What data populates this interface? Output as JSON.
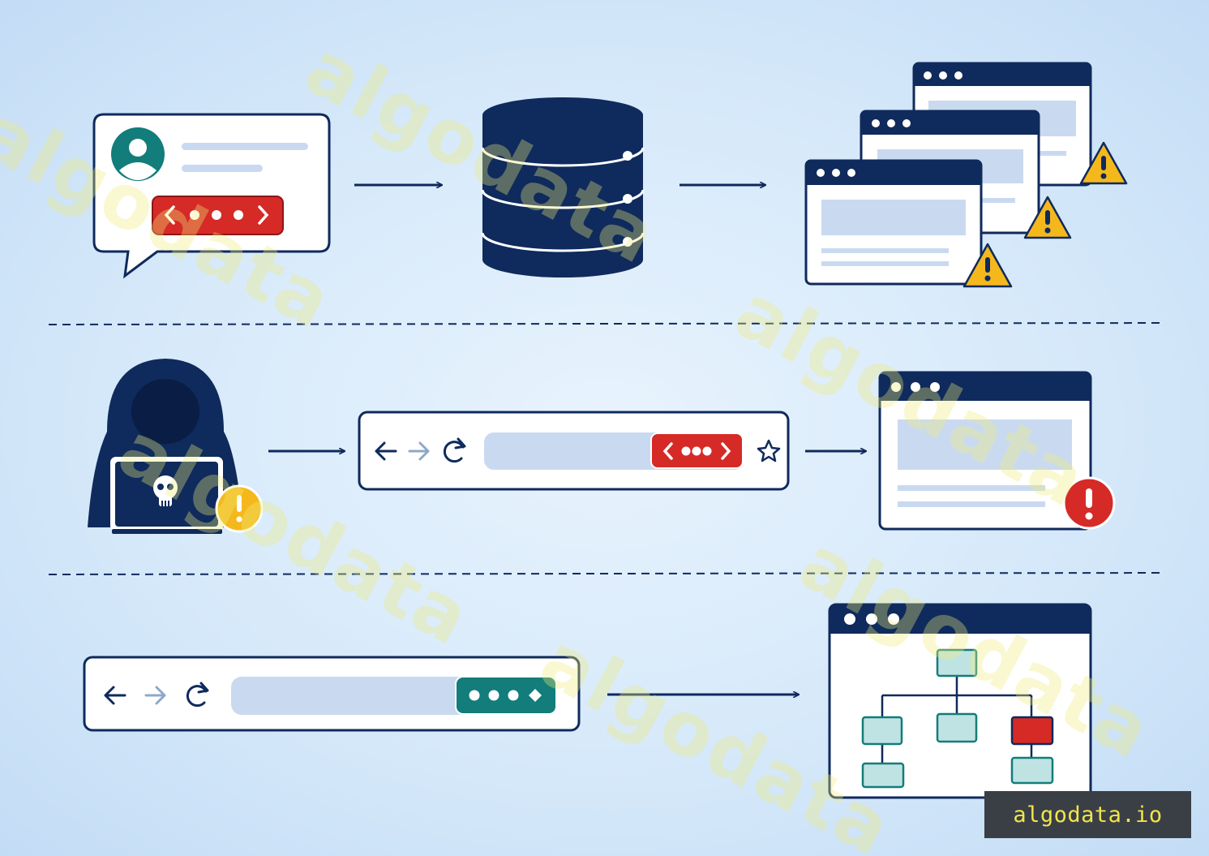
{
  "brand": {
    "label": "algodata.io"
  },
  "watermark": {
    "text": "algodata"
  },
  "colors": {
    "navy": "#0f2a5c",
    "red": "#d62a27",
    "teal": "#127d7a",
    "alert_yellow": "#f5b81c",
    "panel_fill": "#c9daf0",
    "node_fill": "#bfe3e3"
  },
  "icons": {
    "chat": "chat-bubble-icon",
    "database": "database-icon",
    "hacker": "hooded-hacker-icon",
    "skull": "skull-icon",
    "warning": "warning-triangle-icon",
    "error": "error-circle-icon",
    "back": "back-arrow-icon",
    "forward": "forward-arrow-icon",
    "reload": "reload-icon",
    "star": "star-icon",
    "tree": "site-tree-icon"
  },
  "rows": [
    {
      "id": "stored",
      "steps": [
        "comment-input",
        "database",
        "multiple-pages-affected"
      ]
    },
    {
      "id": "reflected",
      "steps": [
        "attacker",
        "crafted-url",
        "page-error"
      ]
    },
    {
      "id": "dom",
      "steps": [
        "url-fragment",
        "dom-tree-modified"
      ]
    }
  ]
}
